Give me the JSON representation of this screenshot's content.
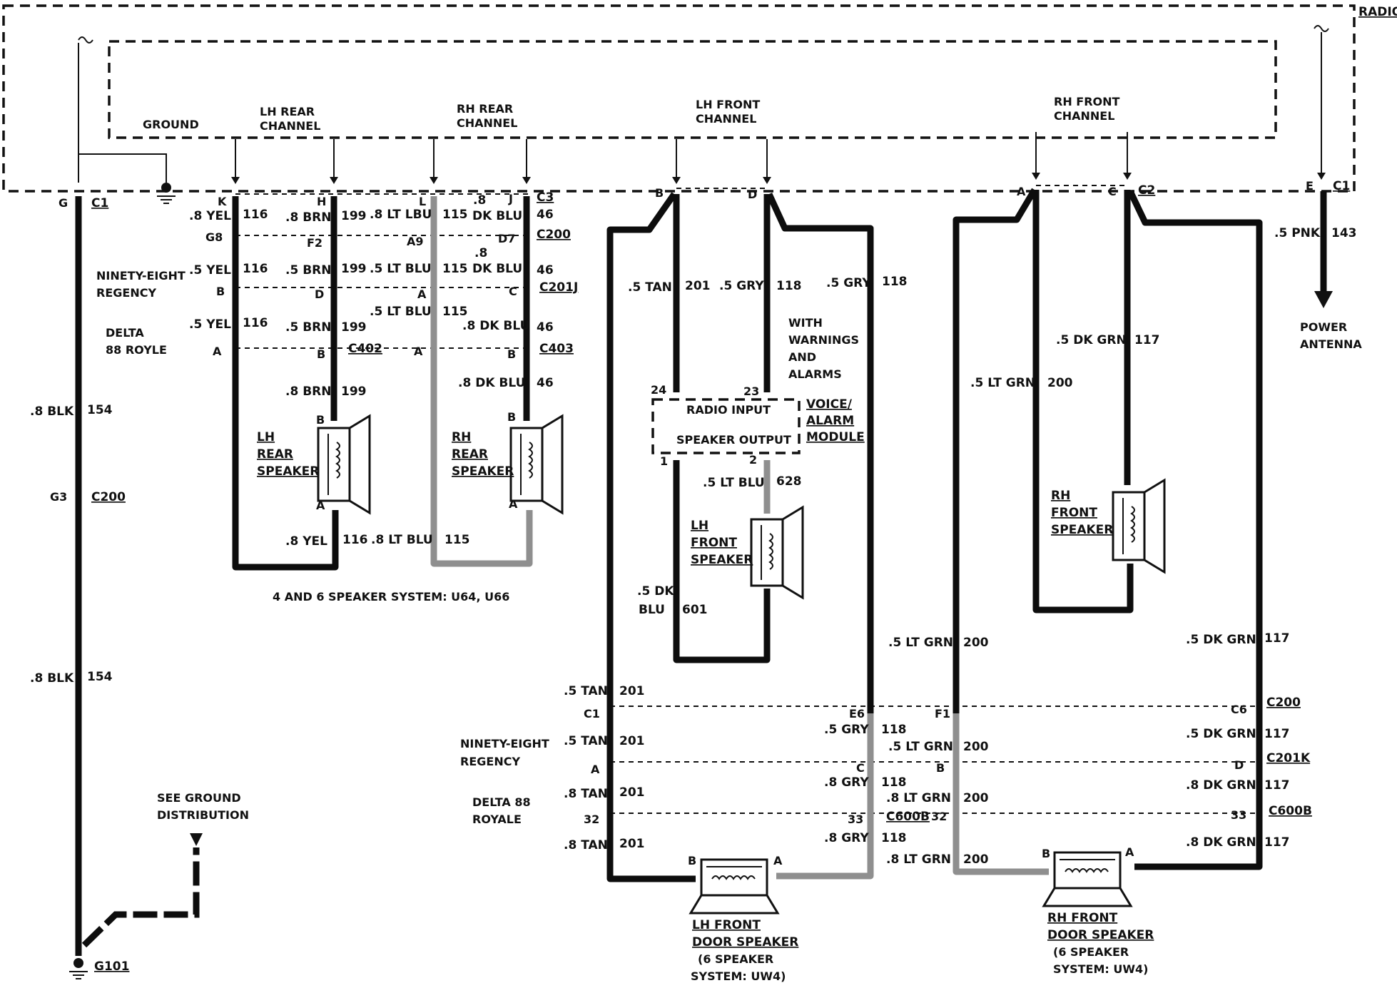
{
  "radio": {
    "title": "RADIO",
    "ground": "GROUND",
    "lh_rear": [
      "LH REAR",
      "CHANNEL"
    ],
    "rh_rear": [
      "RH REAR",
      "CHANNEL"
    ],
    "lh_front": [
      "LH FRONT",
      "CHANNEL"
    ],
    "rh_front": [
      "RH FRONT",
      "CHANNEL"
    ]
  },
  "connectors": {
    "c1": "C1",
    "c1b": "C1",
    "c2": "C2",
    "c3": "C3",
    "c200": "C200",
    "c200b": "C200",
    "c200c": "C200",
    "c201j": "C201J",
    "c402": "C402",
    "c403": "C403",
    "c201k": "C201K",
    "c600b": "C600B",
    "c600b2": "C600B",
    "g101": "G101"
  },
  "pins": {
    "g": "G",
    "k": "K",
    "h": "H",
    "l": "L",
    "j": "J",
    "b": "B",
    "d": "D",
    "a": "A",
    "c": "C",
    "e": "E",
    "g8": "G8",
    "f2": "F2",
    "a9": "A9",
    "d7": "D7",
    "g3": "G3",
    "c1p": "C1",
    "e6": "E6",
    "f1": "F1",
    "c6": "C6",
    "p24": "24",
    "p23": "23",
    "p1": "1",
    "p2": "2",
    "p32": "32",
    "p33": "33"
  },
  "wires": {
    "w8yel": ".8 YEL",
    "w116": "116",
    "w8brn": ".8 BRN",
    "w199": "199",
    "w8ltlbu": ".8 LT LBU",
    "w115": "115",
    "w8": ".8",
    "wdkblu": "DK BLU",
    "w46": "46",
    "w5yel": ".5 YEL",
    "w5brn": ".5 BRN",
    "w5ltblu": ".5 LT BLU",
    "w8dkblu": ".8 DK BLU",
    "w8ltblu": ".8 LT BLU",
    "w8blk": ".8 BLK",
    "w154": "154",
    "w5tan": ".5 TAN",
    "w201": "201",
    "w5gry": ".5 GRY",
    "w118": "118",
    "w628": "628",
    "w5dk": ".5 DK",
    "wblu": "BLU",
    "w601": "601",
    "w5pnk": ".5 PNK",
    "w143": "143",
    "w5dkgrn": ".5 DK GRN",
    "w117": "117",
    "w5ltgrn": ".5 LT GRN",
    "w200": "200",
    "w8tan": ".8 TAN",
    "w8gry": ".8 GRY",
    "w8ltgrn": ".8 LT GRN",
    "w8dkgrn": ".8 DK GRN"
  },
  "labels": {
    "ninety_eight": "NINETY-EIGHT",
    "regency": "REGENCY",
    "delta": "DELTA",
    "eightyeight_royle": "88 ROYLE",
    "delta88": "DELTA 88",
    "royale": "ROYALE",
    "with": "WITH",
    "warnings": "WARNINGS",
    "and": "AND",
    "alarms": "ALARMS",
    "radio_input": "RADIO INPUT",
    "speaker_output": "SPEAKER OUTPUT",
    "voice": "VOICE/",
    "alarm": "ALARM",
    "module": "MODULE",
    "lh": "LH",
    "rh": "RH",
    "rear": "REAR",
    "front": "FRONT",
    "speaker": "SPEAKER",
    "power": "POWER",
    "antenna": "ANTENNA",
    "system_note": "4 AND 6 SPEAKER SYSTEM: U64, U66",
    "see_ground": "SEE GROUND",
    "distribution": "DISTRIBUTION",
    "lh_front_door": "LH FRONT",
    "rh_front_door": "RH FRONT",
    "door_speaker": "DOOR SPEAKER",
    "six_speaker": "(6 SPEAKER",
    "system_uw4": "SYSTEM: UW4)"
  },
  "colors": {
    "wire_dark": "#0d0d0d",
    "wire_gray": "#8f8f8f"
  }
}
